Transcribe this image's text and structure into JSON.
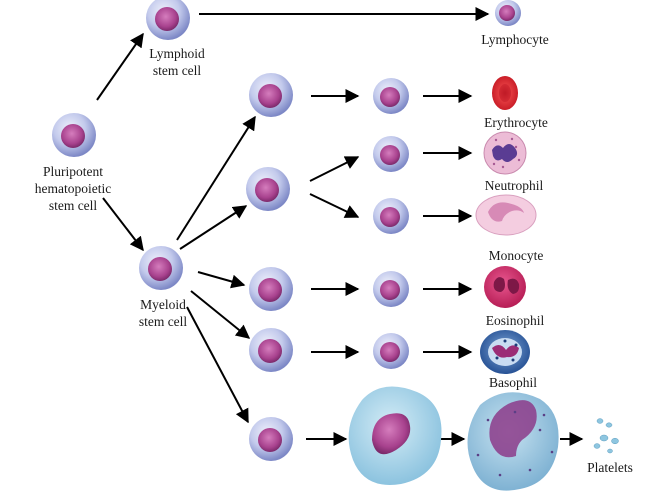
{
  "diagram": {
    "nodes": {
      "pluripotent": "Pluripotent\nhematopoietic\nstem cell",
      "lymphoid": "Lymphoid\nstem cell",
      "myeloid": "Myeloid\nstem cell"
    },
    "end_cells": {
      "lymphocyte": "Lymphocyte",
      "erythrocyte": "Erythrocyte",
      "neutrophil": "Neutrophil",
      "monocyte": "Monocyte",
      "eosinophil": "Eosinophil",
      "basophil": "Basophil",
      "platelets": "Platelets"
    }
  },
  "colors": {
    "stem_cell_outer": "#b9c2e8",
    "stem_cell_nucleus": "#a8428e",
    "erythrocyte": "#d3202d",
    "neutrophil": "#e8b3cf",
    "monocyte": "#f3cade",
    "eosinophil": "#d7306e",
    "basophil": "#2a58a0",
    "megakaryocyte": "#a9d6ea",
    "platelets": "#8ec6e0",
    "arrow": "#000000"
  }
}
